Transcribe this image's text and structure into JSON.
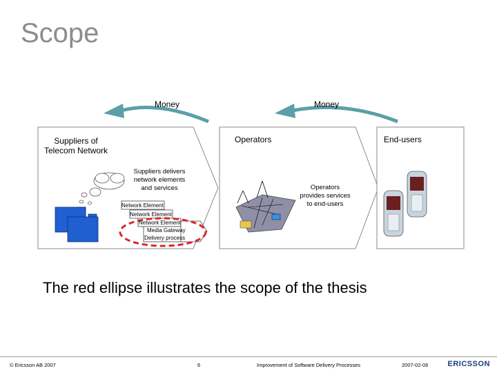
{
  "slide": {
    "title": "Scope",
    "caption": "The red ellipse illustrates the scope of the thesis"
  },
  "diagram": {
    "money_left": "Money",
    "money_right": "Money",
    "suppliers": "Suppliers of\nTelecom Network",
    "operators": "Operators",
    "end_users": "End-users",
    "suppliers_delivers": "Suppliers delivers\nnetwork elements\nand services",
    "operators_provides": "Operators\nprovides services\nto end-users",
    "network_element_1": "Network Element",
    "network_element_2": "Network Element",
    "network_element_3": "Network  Element",
    "media_gateway": "Media Gateway",
    "delivery_process": "Delivery process"
  },
  "footer": {
    "copyright": "© Ericsson AB 2007",
    "page": "6",
    "subject": "Improvement of Software Delivery Processes",
    "date": "2007-02-06",
    "logo": "ERICSSON"
  },
  "colors": {
    "title": "#8c8c8c",
    "money_arrow": "#5b9fa8",
    "factory": "#1f5fd0",
    "ellipse": "#d9262c"
  }
}
